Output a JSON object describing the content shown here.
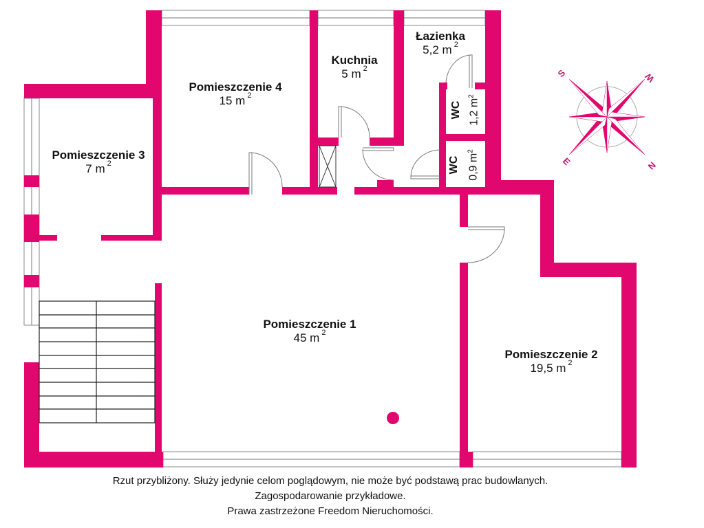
{
  "rooms": [
    {
      "name": "Pomieszczenie 1",
      "area": "45 m",
      "unit_exp": "2"
    },
    {
      "name": "Pomieszczenie 2",
      "area": "19,5 m",
      "unit_exp": "2"
    },
    {
      "name": "Pomieszczenie 3",
      "area": "7 m",
      "unit_exp": "2"
    },
    {
      "name": "Pomieszczenie 4",
      "area": "15 m",
      "unit_exp": "2"
    },
    {
      "name": "Kuchnia",
      "area": "5 m",
      "unit_exp": "2"
    },
    {
      "name": "Łazienka",
      "area": "5,2 m",
      "unit_exp": "2"
    },
    {
      "name": "WC",
      "area": "1,2 m",
      "unit_exp": "2"
    },
    {
      "name": "WC",
      "area": "0,9 m",
      "unit_exp": "2"
    }
  ],
  "compass": {
    "labels": [
      "S",
      "W",
      "N",
      "E"
    ],
    "icon": "compass-rose-icon"
  },
  "footer": {
    "line1": "Rzut przybliżony. Służy jedynie celom poglądowym, nie może być podstawą prac budowlanych.",
    "line2": "Zagospodarowanie przykładowe.",
    "line3": "Prawa zastrzeżone Freedom Nieruchomości."
  },
  "colors": {
    "walls": "#e2066f",
    "text": "#111111"
  }
}
